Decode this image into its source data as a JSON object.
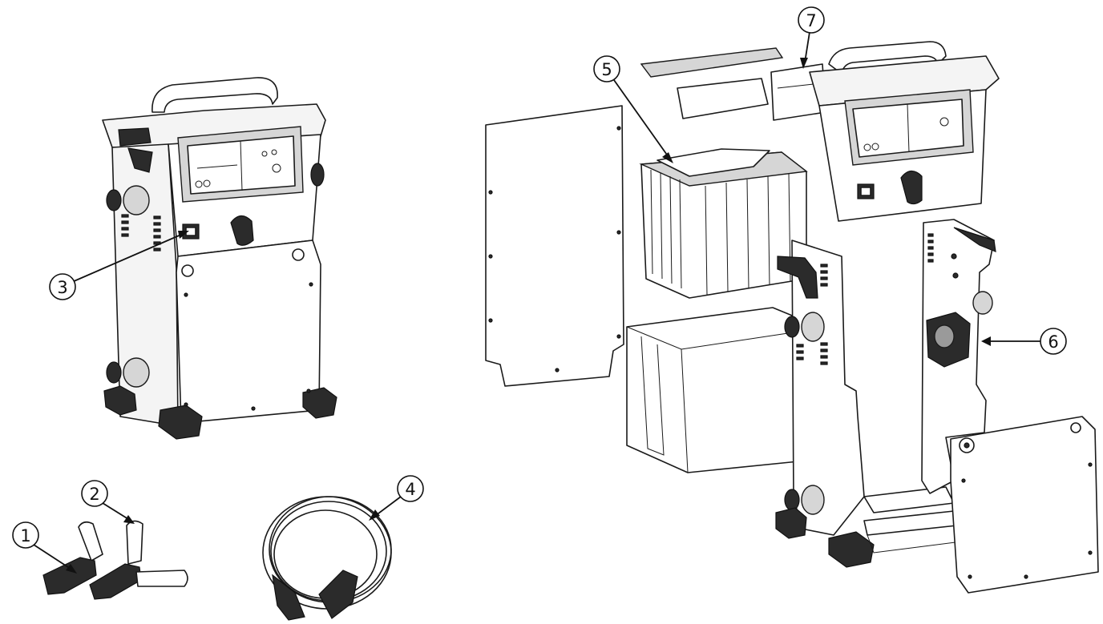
{
  "figure": {
    "callouts": [
      {
        "id": "1",
        "label": "1"
      },
      {
        "id": "2",
        "label": "2"
      },
      {
        "id": "3",
        "label": "3"
      },
      {
        "id": "4",
        "label": "4"
      },
      {
        "id": "5",
        "label": "5"
      },
      {
        "id": "6",
        "label": "6"
      },
      {
        "id": "7",
        "label": "7"
      }
    ]
  },
  "colors": {
    "line": "#1a1a1a",
    "fill_light": "#f4f4f4",
    "fill_dark": "#2b2b2b",
    "background": "#ffffff"
  }
}
